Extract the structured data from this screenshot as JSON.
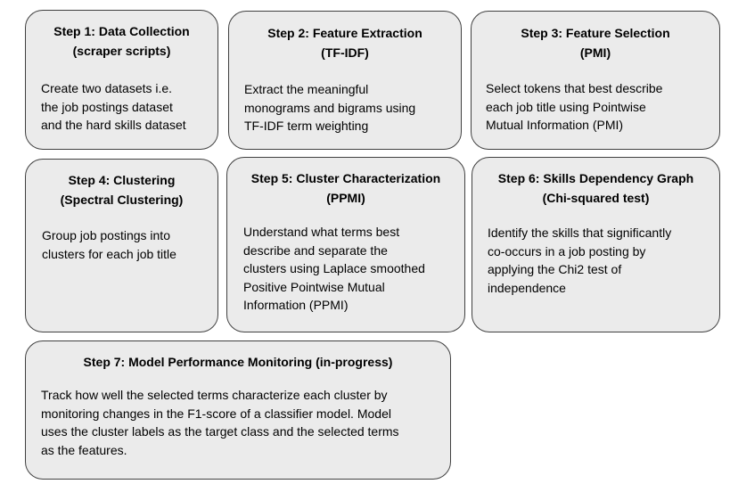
{
  "steps": [
    {
      "title_line1": "Step 1: Data Collection",
      "title_line2": "(scraper scripts)",
      "description": "Create two datasets i.e.\nthe job postings dataset\nand the hard skills dataset"
    },
    {
      "title_line1": "Step 2: Feature Extraction",
      "title_line2": "(TF-IDF)",
      "description": "Extract the meaningful\nmonograms and bigrams using\nTF-IDF term weighting"
    },
    {
      "title_line1": "Step 3: Feature Selection",
      "title_line2": "(PMI)",
      "description": "Select tokens that best describe\neach job title using Pointwise\nMutual Information (PMI)"
    },
    {
      "title_line1": "Step 4: Clustering",
      "title_line2": "(Spectral Clustering)",
      "description": "Group job postings into\nclusters for each job title"
    },
    {
      "title_line1": "Step 5: Cluster Characterization",
      "title_line2": "(PPMI)",
      "description": "Understand what terms best\ndescribe and separate the\nclusters using Laplace smoothed\nPositive Pointwise Mutual\nInformation (PPMI)"
    },
    {
      "title_line1": "Step 6: Skills Dependency Graph",
      "title_line2": "(Chi-squared test)",
      "description": "Identify the skills that significantly\nco-occurs in a job posting by\napplying the Chi2 test of\nindependence"
    },
    {
      "title_line1": "Step 7: Model Performance Monitoring (in-progress)",
      "title_line2": "",
      "description": "Track how well the selected terms characterize each cluster by\nmonitoring changes in the F1-score of a classifier model. Model\nuses the cluster labels as the target class and the selected terms\nas the features."
    }
  ],
  "colors": {
    "box_fill": "#ebebeb",
    "box_border": "#404040",
    "text": "#000000",
    "background": "#ffffff"
  }
}
